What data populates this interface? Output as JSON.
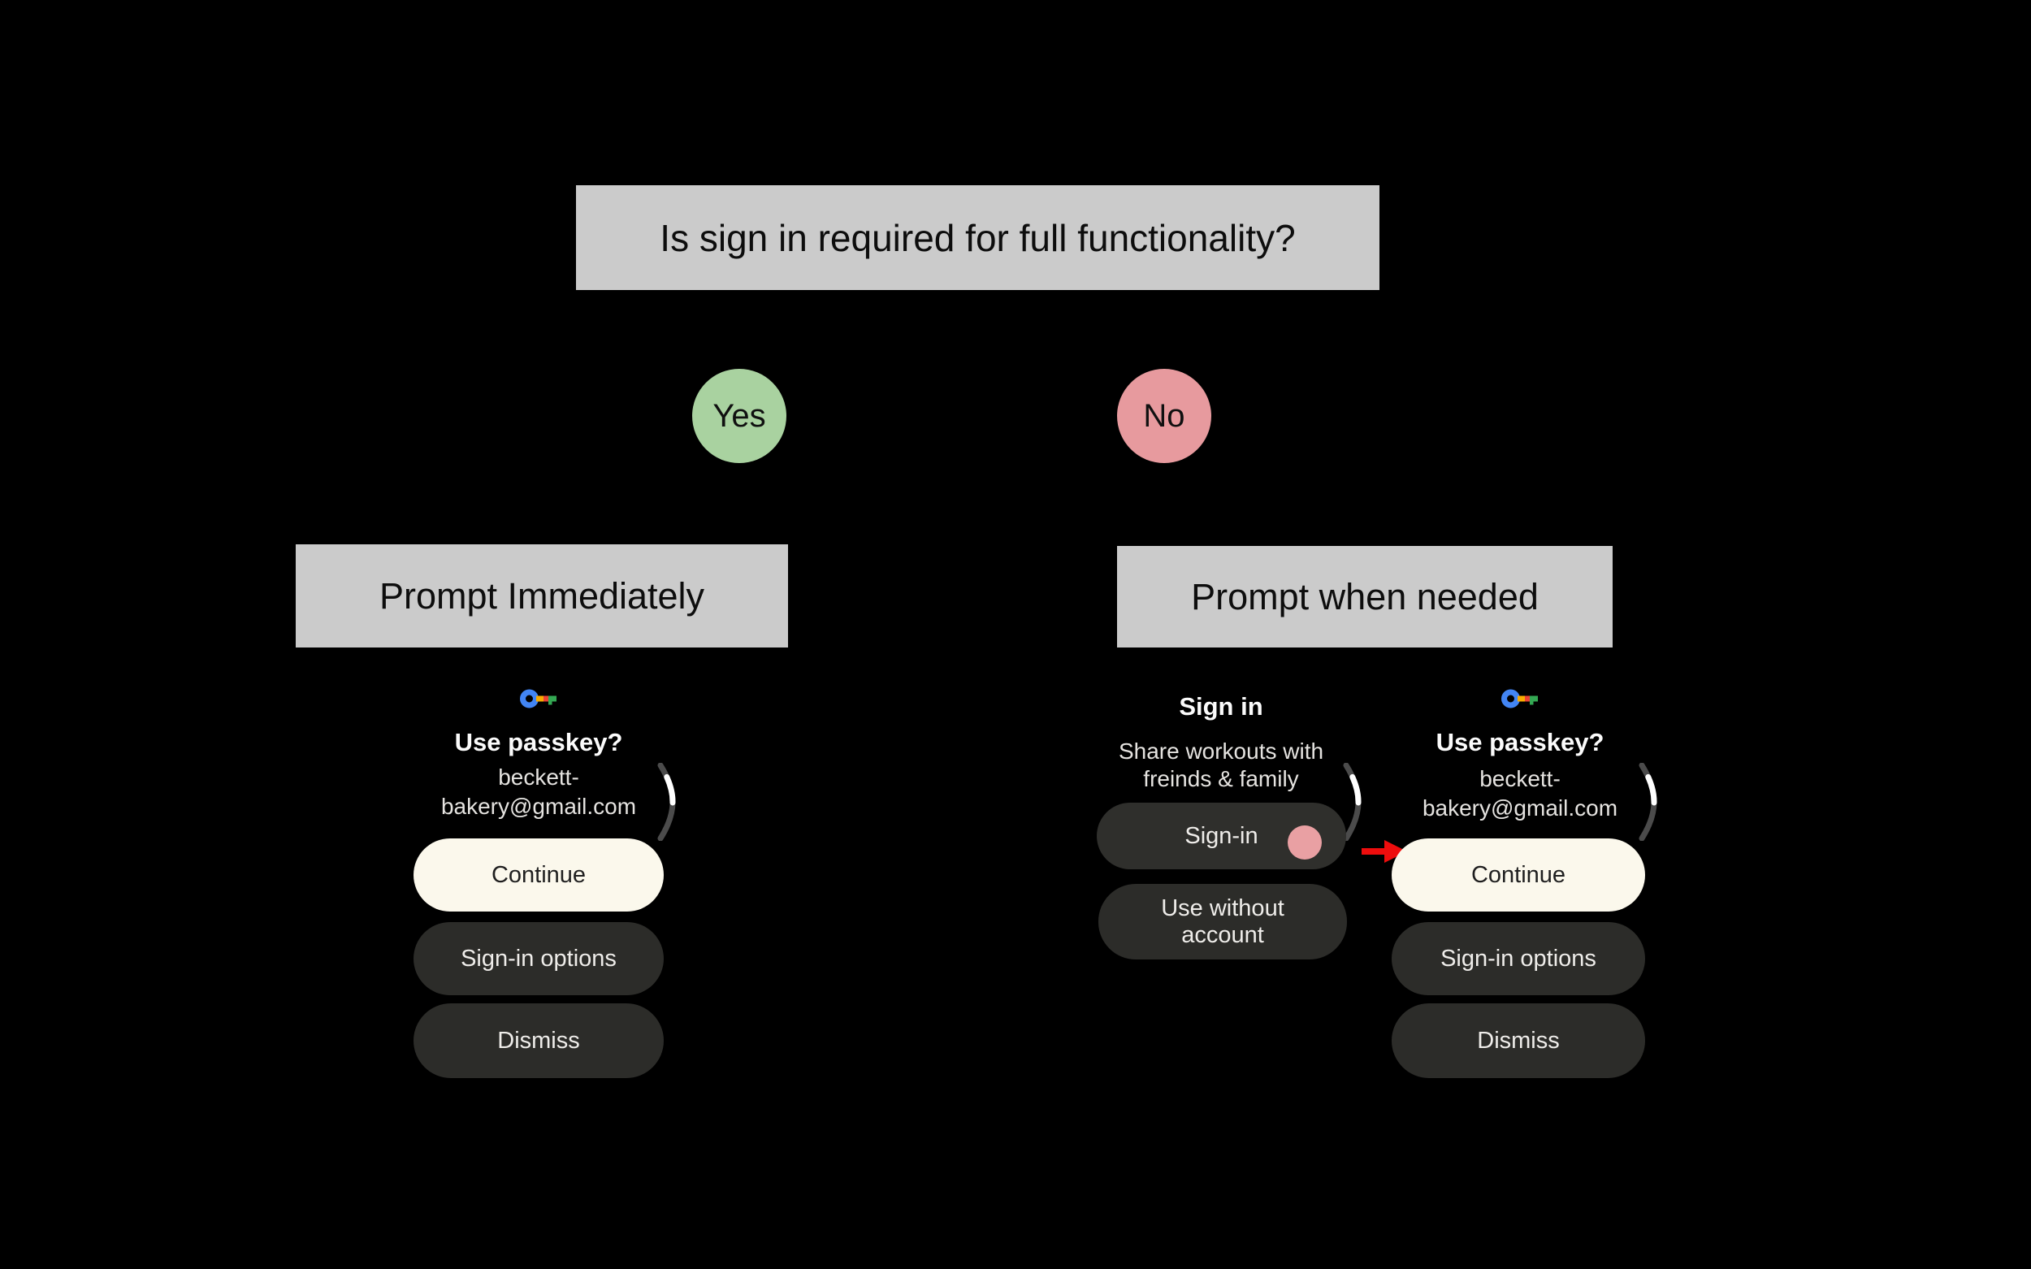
{
  "diagram": {
    "question": "Is sign in required for full functionality?",
    "yes_label": "Yes",
    "no_label": "No",
    "yes_outcome": "Prompt Immediately",
    "no_outcome": "Prompt when needed"
  },
  "passkey_screen": {
    "icon": "google-passkey-icon",
    "title": "Use passkey?",
    "account_line1": "beckett-",
    "account_line2": "bakery@gmail.com",
    "continue_label": "Continue",
    "signin_options_label": "Sign-in options",
    "dismiss_label": "Dismiss"
  },
  "signin_screen": {
    "title": "Sign in",
    "subtitle_line1": "Share workouts with",
    "subtitle_line2": "freinds & family",
    "signin_label": "Sign-in",
    "use_without_line1": "Use without",
    "use_without_line2": "account"
  },
  "icons": {
    "scroll_indicator": "scroll-position-indicator",
    "tap_indicator": "tap-gesture-indicator",
    "arrow": "red-transition-arrow"
  },
  "colors": {
    "background": "#000000",
    "flow_box_gray": "#cbcbcb",
    "yes_green": "#a9d2a0",
    "no_pink": "#e79a9e",
    "primary_button_cream": "#fbf8ec",
    "secondary_button_dark": "#2c2c29",
    "tap_indicator_pink": "#e9a0a3",
    "arrow_red": "#ee0d0d",
    "passkey_blue": "#4285F4",
    "passkey_yellow": "#F9AB00",
    "passkey_red": "#EA4335",
    "passkey_green": "#34A853"
  }
}
